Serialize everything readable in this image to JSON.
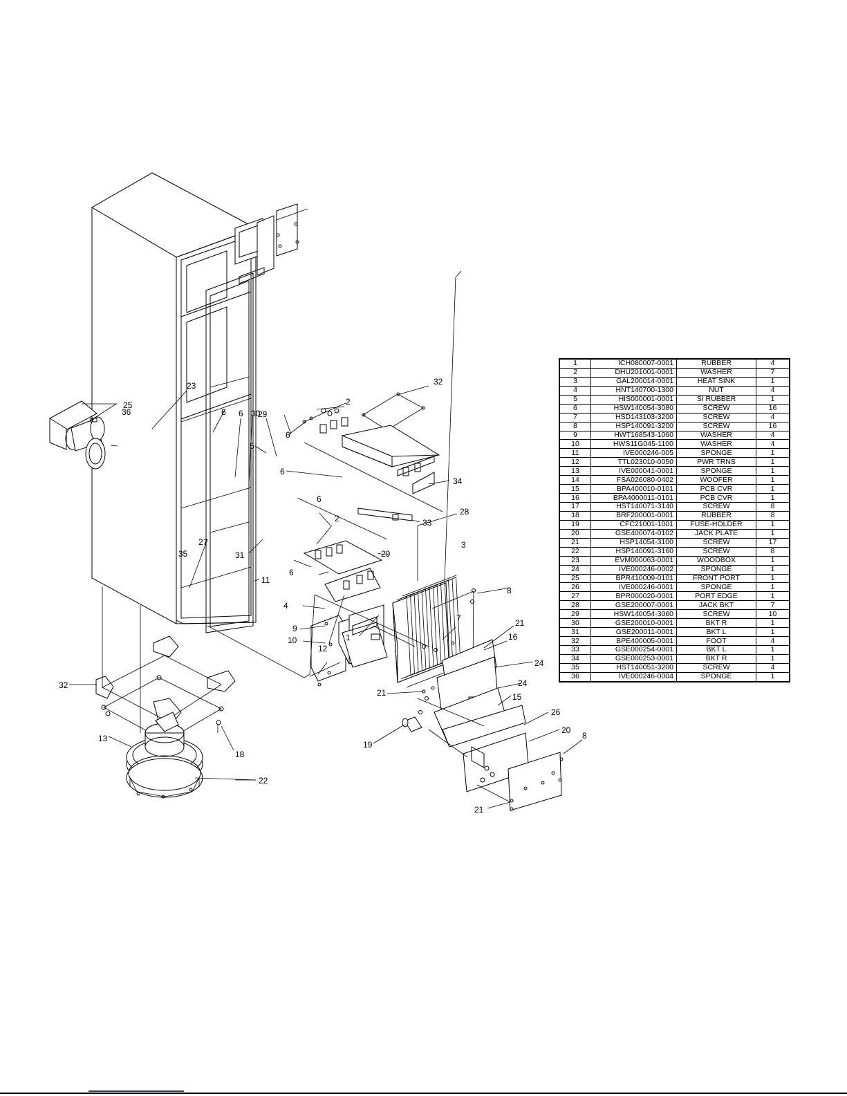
{
  "callouts": {
    "n1": "1",
    "n2a": "2",
    "n2b": "2",
    "n3": "3",
    "n4": "4",
    "n5": "5",
    "n6a": "6",
    "n6b": "6",
    "n6c": "6",
    "n6d": "6",
    "n6e": "6",
    "n6f": "6",
    "n7": "7",
    "n8a": "8",
    "n8b": "8",
    "n9": "9",
    "n10": "10",
    "n11": "11",
    "n12": "12",
    "n13": "13",
    "n15": "15",
    "n16": "16",
    "n18": "18",
    "n19": "19",
    "n20": "20",
    "n21a": "21",
    "n21b": "21",
    "n21c": "21",
    "n22": "22",
    "n23": "23",
    "n24a": "24",
    "n24b": "24",
    "n25": "25",
    "n26": "26",
    "n27": "27",
    "n28": "28",
    "n29a": "29",
    "n29b": "29",
    "n30": "30",
    "n31": "31",
    "n32a": "32",
    "n32b": "32",
    "n33": "33",
    "n34": "34",
    "n35": "35",
    "n36": "36"
  },
  "parts": [
    {
      "no": "1",
      "part": "ICH080007-0001",
      "desc": "RUBBER",
      "qty": "4"
    },
    {
      "no": "2",
      "part": "DHU201001-0001",
      "desc": "WASHER",
      "qty": "7"
    },
    {
      "no": "3",
      "part": "GAL200014-0001",
      "desc": "HEAT SINK",
      "qty": "1"
    },
    {
      "no": "4",
      "part": "HNT140700-1300",
      "desc": "NUT",
      "qty": "4"
    },
    {
      "no": "5",
      "part": "HIS000001-0001",
      "desc": "SI RUBBER",
      "qty": "1"
    },
    {
      "no": "6",
      "part": "HSW140054-3080",
      "desc": "SCREW",
      "qty": "16"
    },
    {
      "no": "7",
      "part": "HSD143103-3200",
      "desc": "SCREW",
      "qty": "4"
    },
    {
      "no": "8",
      "part": "HSP140091-3200",
      "desc": "SCREW",
      "qty": "16"
    },
    {
      "no": "9",
      "part": "HWT168543-1060",
      "desc": "WASHER",
      "qty": "4"
    },
    {
      "no": "10",
      "part": "HWS11G045-1100",
      "desc": "WASHER",
      "qty": "4"
    },
    {
      "no": "11",
      "part": "IVE000246-005",
      "desc": "SPONGE",
      "qty": "1"
    },
    {
      "no": "12",
      "part": "TTL023010-0050",
      "desc": "PWR TRNS",
      "qty": "1"
    },
    {
      "no": "13",
      "part": "IVE000041-0001",
      "desc": "SPONGE",
      "qty": "1"
    },
    {
      "no": "14",
      "part": "FSA026080-0402",
      "desc": "WOOFER",
      "qty": "1"
    },
    {
      "no": "15",
      "part": "BPA400010-0101",
      "desc": "PCB CVR",
      "qty": "1"
    },
    {
      "no": "16",
      "part": "BPA4000011-0101",
      "desc": "PCB CVR",
      "qty": "1"
    },
    {
      "no": "17",
      "part": "HST140071-3140",
      "desc": "SCREW",
      "qty": "8"
    },
    {
      "no": "18",
      "part": "BRF200001-0001",
      "desc": "RUBBER",
      "qty": "8"
    },
    {
      "no": "19",
      "part": "CFC21001-1001",
      "desc": "FUSE-HOLDER",
      "qty": "1"
    },
    {
      "no": "20",
      "part": "GSE400074-0102",
      "desc": "JACK PLATE",
      "qty": "1"
    },
    {
      "no": "21",
      "part": "HSP14054-3100",
      "desc": "SCREW",
      "qty": "17"
    },
    {
      "no": "22",
      "part": "HSP140091-3160",
      "desc": "SCREW",
      "qty": "8"
    },
    {
      "no": "23",
      "part": "EVM000063-0001",
      "desc": "WOODBOX",
      "qty": "1"
    },
    {
      "no": "24",
      "part": "IVE000246-0002",
      "desc": "SPONGE",
      "qty": "1"
    },
    {
      "no": "25",
      "part": "BPR410009-0101",
      "desc": "FRONT PORT",
      "qty": "1"
    },
    {
      "no": "26",
      "part": "IVE000246-0001",
      "desc": "SPONGE",
      "qty": "1"
    },
    {
      "no": "27",
      "part": "BPR000020-0001",
      "desc": "PORT EDGE",
      "qty": "1"
    },
    {
      "no": "28",
      "part": "GSE200007-0001",
      "desc": "JACK BKT",
      "qty": "7"
    },
    {
      "no": "29",
      "part": "HSW140054-3060",
      "desc": "SCREW",
      "qty": "10"
    },
    {
      "no": "30",
      "part": "GSE200010-0001",
      "desc": "BKT R",
      "qty": "1"
    },
    {
      "no": "31",
      "part": "GSE200011-0001",
      "desc": "BKT L",
      "qty": "1"
    },
    {
      "no": "32",
      "part": "BPE400005-0001",
      "desc": "FOOT",
      "qty": "4"
    },
    {
      "no": "33",
      "part": "GSE000254-0001",
      "desc": "BKT L",
      "qty": "1"
    },
    {
      "no": "34",
      "part": "GSE000253-0001",
      "desc": "BKT R",
      "qty": "1"
    },
    {
      "no": "35",
      "part": "HST140051-3200",
      "desc": "SCREW",
      "qty": "4"
    },
    {
      "no": "36",
      "part": "IVE000246-0004",
      "desc": "SPONGE",
      "qty": "1"
    }
  ]
}
